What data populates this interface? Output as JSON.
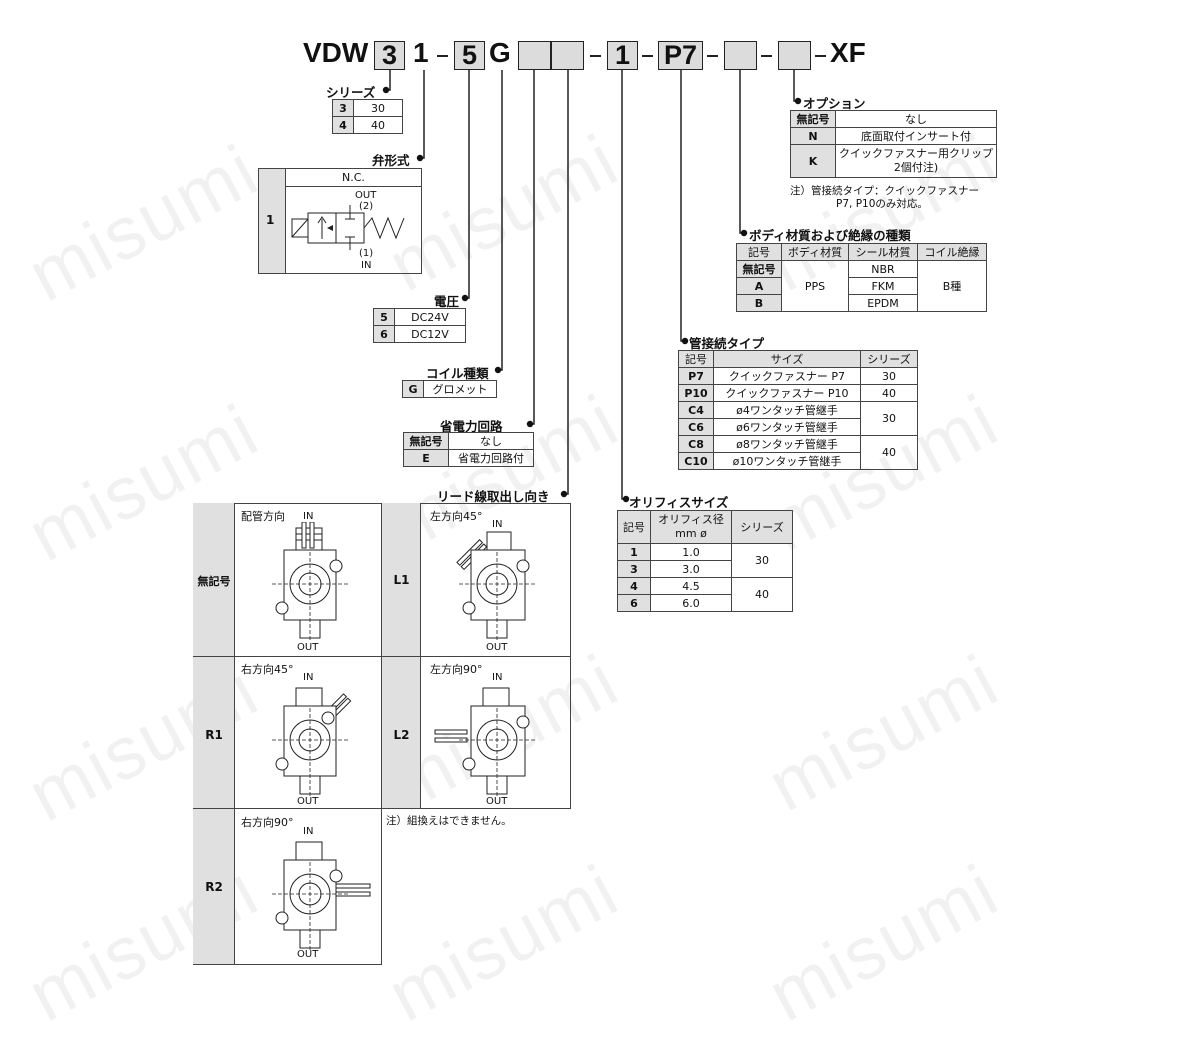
{
  "model": {
    "prefix": "VDW",
    "boxes": [
      "3",
      "",
      "5",
      "",
      "",
      "",
      "1",
      "P7",
      "",
      ""
    ],
    "chars": [
      "1",
      "G",
      "XF"
    ]
  },
  "series": {
    "title": "シリーズ",
    "rows": [
      [
        "3",
        "30"
      ],
      [
        "4",
        "40"
      ]
    ]
  },
  "valve_type": {
    "title": "弁形式",
    "code": "1",
    "header": "N.C.",
    "out_label": "OUT",
    "out_num": "(2)",
    "in_num": "(1)",
    "in_label": "IN"
  },
  "voltage": {
    "title": "電圧",
    "rows": [
      [
        "5",
        "DC24V"
      ],
      [
        "6",
        "DC12V"
      ]
    ]
  },
  "coil": {
    "title": "コイル種類",
    "rows": [
      [
        "G",
        "グロメット"
      ]
    ]
  },
  "power_saving": {
    "title": "省電力回路",
    "rows": [
      [
        "無記号",
        "なし"
      ],
      [
        "E",
        "省電力回路付"
      ]
    ]
  },
  "lead": {
    "title": "リード線取出し向き",
    "cells": [
      {
        "code": "無記号",
        "caption": "配管方向",
        "in": "IN",
        "out": "OUT"
      },
      {
        "code": "L1",
        "caption": "左方向45°",
        "in": "IN",
        "out": "OUT"
      },
      {
        "code": "R1",
        "caption": "右方向45°",
        "in": "IN",
        "out": "OUT"
      },
      {
        "code": "L2",
        "caption": "左方向90°",
        "in": "IN",
        "out": "OUT"
      },
      {
        "code": "R2",
        "caption": "右方向90°",
        "in": "IN",
        "out": "OUT"
      }
    ],
    "note": "注）組換えはできません。"
  },
  "option": {
    "title": "オプション",
    "rows": [
      [
        "無記号",
        "なし"
      ],
      [
        "N",
        "底面取付インサート付"
      ],
      [
        "K",
        "クイックファスナー用クリップ",
        "2個付注)"
      ]
    ],
    "note1": "注）管接続タイプ：クイックファスナー",
    "note2": "P7, P10のみ対応。"
  },
  "body_material": {
    "title": "ボディ材質および絶縁の種類",
    "headers": [
      "記号",
      "ボディ材質",
      "シール材質",
      "コイル絶縁"
    ],
    "codes": [
      "無記号",
      "A",
      "B"
    ],
    "body": "PPS",
    "seals": [
      "NBR",
      "FKM",
      "EPDM"
    ],
    "insulation": "B種"
  },
  "port": {
    "title": "管接続タイプ",
    "headers": [
      "記号",
      "サイズ",
      "シリーズ"
    ],
    "rows": [
      [
        "P7",
        "クイックファスナー P7",
        "30"
      ],
      [
        "P10",
        "クイックファスナー P10",
        "40"
      ],
      [
        "C4",
        "ø4ワンタッチ管継手"
      ],
      [
        "C6",
        "ø6ワンタッチ管継手"
      ],
      [
        "C8",
        "ø8ワンタッチ管継手"
      ],
      [
        "C10",
        "ø10ワンタッチ管継手"
      ]
    ],
    "series_30": "30",
    "series_40": "40"
  },
  "orifice": {
    "title": "オリフィスサイズ",
    "headers": [
      "記号",
      "オリフィス径",
      "mm ø",
      "シリーズ"
    ],
    "rows": [
      [
        "1",
        "1.0"
      ],
      [
        "3",
        "3.0"
      ],
      [
        "4",
        "4.5"
      ],
      [
        "6",
        "6.0"
      ]
    ],
    "series_30": "30",
    "series_40": "40"
  },
  "watermark": "misumi"
}
